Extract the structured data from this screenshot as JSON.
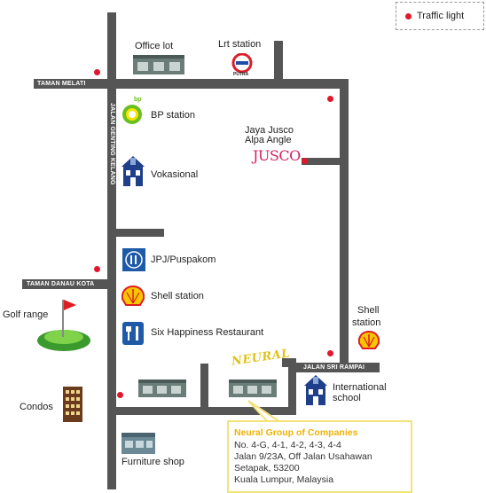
{
  "legend": {
    "label": "Traffic light"
  },
  "roads": {
    "taman_melati": "TAMAN MELATI",
    "jalan_genting_kelang": "JALAN GENTING KELANG",
    "taman_danau_kota": "TAMAN DANAU KOTA",
    "jalan_sri_rampai": "JALAN SRI RAMPAI"
  },
  "places": {
    "office_lot": "Office lot",
    "lrt_station": "Lrt station",
    "lrt_logo_text": "PUTRA",
    "bp_station": "BP station",
    "bp_logo_text": "bp",
    "jaya_jusco_line1": "Jaya Jusco",
    "jaya_jusco_line2": "Alpa Angle",
    "jusco_logo": "JUSCO",
    "vokasional": "Vokasional",
    "jpj": "JPJ/Puspakom",
    "shell_station": "Shell station",
    "six_happiness": "Six Happiness Restaurant",
    "golf_range": "Golf range",
    "condos": "Condos",
    "shell_station_right_line1": "Shell",
    "shell_station_right_line2": "station",
    "international_school_line1": "International",
    "international_school_line2": "school",
    "furniture_shop": "Furniture shop",
    "neural_logo": "NEURAL"
  },
  "info": {
    "title": "Neural Group of Companies",
    "lines": [
      "No. 4-G, 4-1, 4-2, 4-3, 4-4",
      "Jalan 9/23A, Off Jalan Usahawan",
      "Setapak, 53200",
      "Kuala Lumpur, Malaysia"
    ]
  },
  "colors": {
    "road": "#555555",
    "traffic_light": "#e0182d",
    "info_border": "#f3e27a",
    "info_title": "#f0b200",
    "shell_yellow": "#f7c600",
    "shell_red": "#dd1d21",
    "bp_green": "#6abf1e",
    "school_blue": "#1f3f8a",
    "jusco_pink": "#d6205e"
  }
}
